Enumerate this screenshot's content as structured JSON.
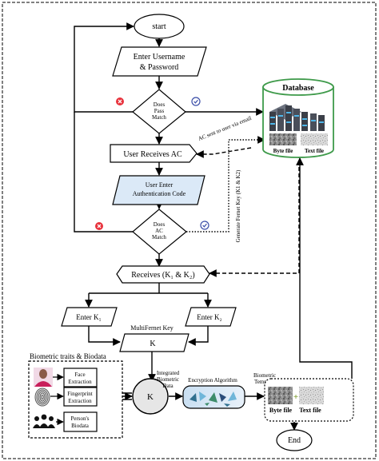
{
  "nodes": {
    "start": "start",
    "enter_credentials_line1": "Enter Username",
    "enter_credentials_line2": "& Password",
    "decision_pass_line1": "Does",
    "decision_pass_line2": "Pass",
    "decision_pass_line3": "Match",
    "user_receives_ac": "User Receives AC",
    "user_enter_code_line1": "User Enter",
    "user_enter_code_line2": "Authentication Code",
    "decision_ac_line1": "Does",
    "decision_ac_line2": "AC",
    "decision_ac_line3": "Match",
    "receives_keys": "Receives (K₁ & K₂)",
    "enter_k1": "Enter K₁",
    "enter_k2": "Enter K₂",
    "multifernet_key": "MultiFernet Key",
    "k_box": "K",
    "k_circle": "K",
    "integrated_line1": "Integrated",
    "integrated_line2": "Biometric",
    "integrated_line3": "Data",
    "encryption_algorithm": "Encryption Algorithm",
    "biometric_template_line1": "Biometric",
    "biometric_template_line2": "Template",
    "end": "End"
  },
  "database": {
    "title": "Database",
    "byte_file": "Byte file",
    "text_file": "Text file"
  },
  "output_files": {
    "byte_file": "Byte file",
    "text_file": "Text file",
    "plus": "+"
  },
  "edge_labels": {
    "ac_sent": "AC sent to user via email",
    "generate_key": "Generate Fernet Key (K1 & K2)"
  },
  "biometric_panel": {
    "title": "Biometric traits & Biodata",
    "face_line1": "Face",
    "face_line2": "Extraction",
    "finger_line1": "Fingerprint",
    "finger_line2": "Extraction",
    "person_line1": "Person's",
    "person_line2": "Biodata"
  },
  "icons": {
    "fail": "x-circle-icon",
    "success": "check-circle-icon"
  },
  "colors": {
    "fail": "#e8323c",
    "success": "#3b4ea8",
    "auth_box": "#dbe9f7",
    "encryption_box": "#dbe9f7",
    "database_border": "#3e9a4a"
  }
}
